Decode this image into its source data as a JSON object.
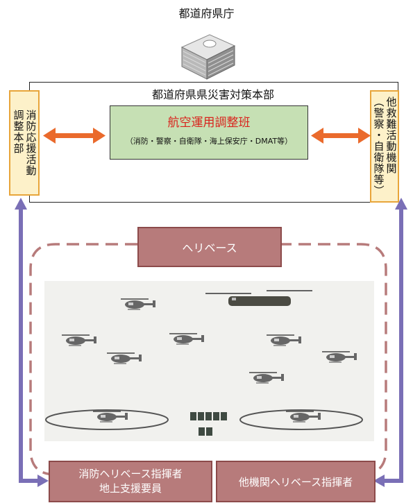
{
  "prefecture_office": {
    "label": "都道府県庁",
    "icon": "office-building-icon"
  },
  "hq": {
    "title": "都道府県県災害対策本部"
  },
  "left_box": {
    "cols": [
      "消防応援活動",
      "調整本部"
    ]
  },
  "right_box": {
    "cols": [
      "他救難活動機関",
      "（警察・自衛隊等）"
    ]
  },
  "aviation": {
    "title": "航空運用調整班",
    "subtitle": "（消防・警察・自衛隊・海上保安庁・DMAT等）"
  },
  "heli_base": {
    "label": "ヘリベース"
  },
  "bottom": {
    "left_line1": "消防ヘリベース指揮者",
    "left_line2": "地上支援要員",
    "right": "他機関ヘリベース指揮者"
  },
  "colors": {
    "orange_arrow": "#ea6a2c",
    "purple_arrow": "#7a6fb6",
    "dashed_border": "#b77b7b",
    "aviation_fill": "#c6e0b4",
    "aviation_title": "#d9231d",
    "side_box_fill": "#fdf1c9",
    "side_box_border": "#e8a53a"
  }
}
